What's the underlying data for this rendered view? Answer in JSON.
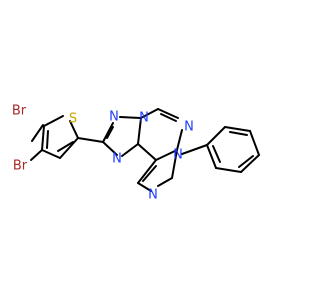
{
  "diagram": {
    "atoms": {
      "br1": "Br",
      "br2": "Br",
      "s1": "S",
      "n1": "N",
      "n2": "N",
      "n3": "N",
      "n4": "N",
      "n5": "N",
      "n6": "N"
    },
    "colors": {
      "bond": "#000000",
      "bromine": "#a52a2a",
      "sulfur": "#c6a400",
      "nitrogen": "#1f3cff"
    }
  }
}
